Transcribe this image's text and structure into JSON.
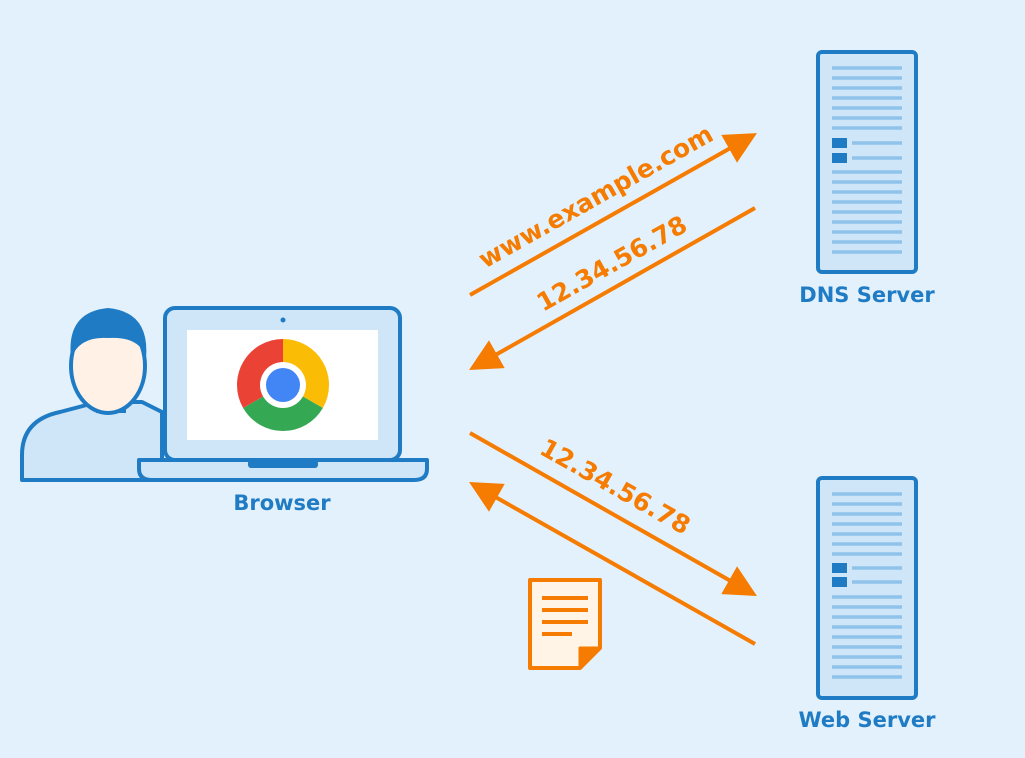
{
  "diagram": {
    "nodes": {
      "browser": {
        "label": "Browser"
      },
      "dns_server": {
        "label": "DNS Server"
      },
      "web_server": {
        "label": "Web Server"
      }
    },
    "edges": {
      "dns_request": {
        "label": "www.example.com"
      },
      "dns_response": {
        "label": "12.34.56.78"
      },
      "web_request": {
        "label": "12.34.56.78"
      }
    },
    "colors": {
      "background": "#e3f1fc",
      "primary_blue": "#1f7cc4",
      "light_blue": "#cfe6f9",
      "arrow_orange": "#f57c00",
      "document_fill": "#fff4e6"
    },
    "icons": [
      "user-icon",
      "laptop-icon",
      "chrome-logo-icon",
      "server-icon",
      "document-icon"
    ]
  }
}
